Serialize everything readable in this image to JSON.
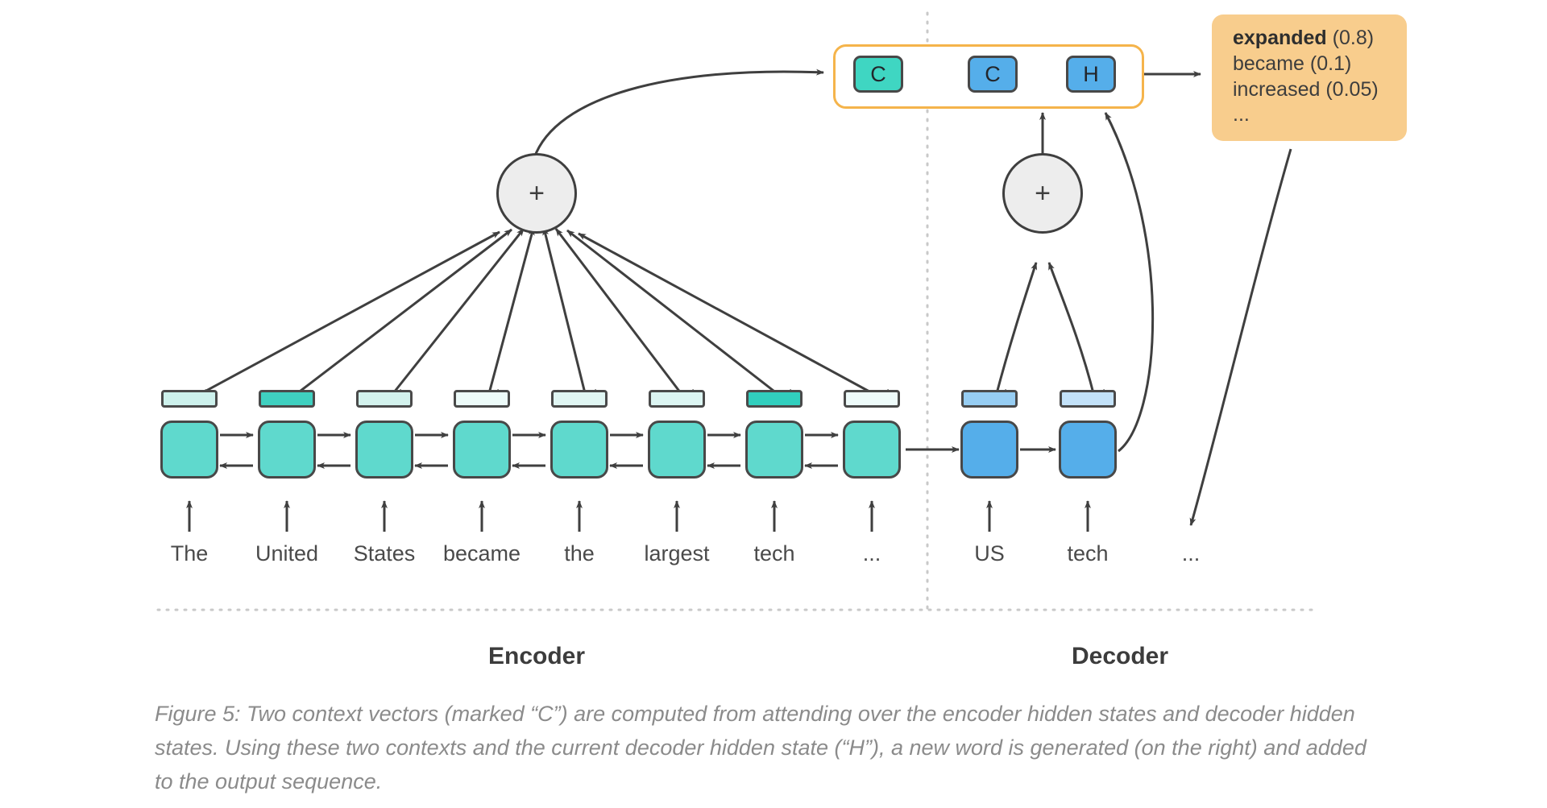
{
  "figure": {
    "caption": "Figure 5: Two context vectors (marked “C”) are computed from attending over the encoder hidden states and decoder hidden states. Using these two contexts and the current decoder hidden state (“H”), a new word is generated (on the right) and added to the output sequence."
  },
  "sections": {
    "encoder_label": "Encoder",
    "decoder_label": "Decoder"
  },
  "encoder": {
    "tokens": [
      "The",
      "United",
      "States",
      "became",
      "the",
      "largest",
      "tech",
      "..."
    ],
    "attention_weights": [
      0.18,
      0.95,
      0.16,
      0.05,
      0.1,
      0.12,
      0.95,
      0.04
    ],
    "cell_color": "#5fd9cd",
    "bar_colors": [
      "#cdf1ec",
      "#3fd0c0",
      "#d3f2ed",
      "#edfbf9",
      "#e0f6f3",
      "#dcf5f2",
      "#31cfbe",
      "#eefbfa"
    ]
  },
  "decoder": {
    "tokens": [
      "US",
      "tech",
      "..."
    ],
    "attention_weights": [
      0.55,
      0.3
    ],
    "cell_color": "#55aeea",
    "bar_colors": [
      "#96cdf2",
      "#c3e2f9"
    ]
  },
  "sum_nodes": {
    "encoder_sum_symbol": "+",
    "decoder_sum_symbol": "+"
  },
  "vectors": {
    "boxes": [
      {
        "label": "C",
        "kind": "teal"
      },
      {
        "label": "C",
        "kind": "blue"
      },
      {
        "label": "H",
        "kind": "blue"
      }
    ],
    "group_border_color": "#f5b44b"
  },
  "prediction": {
    "background": "#f8cd8d",
    "lines": [
      {
        "word": "expanded",
        "prob": "(0.8)",
        "bold": true
      },
      {
        "word": "became",
        "prob": "(0.1)",
        "bold": false
      },
      {
        "word": "increased",
        "prob": "(0.05)",
        "bold": false
      },
      {
        "word": "...",
        "prob": "",
        "bold": false
      }
    ]
  },
  "colors": {
    "stroke": "#3f3f3f",
    "divider": "#c9c9c9",
    "teal": "#5fd9cd",
    "blue": "#55aeea",
    "orange": "#f5b44b",
    "card": "#f8cd8d"
  }
}
